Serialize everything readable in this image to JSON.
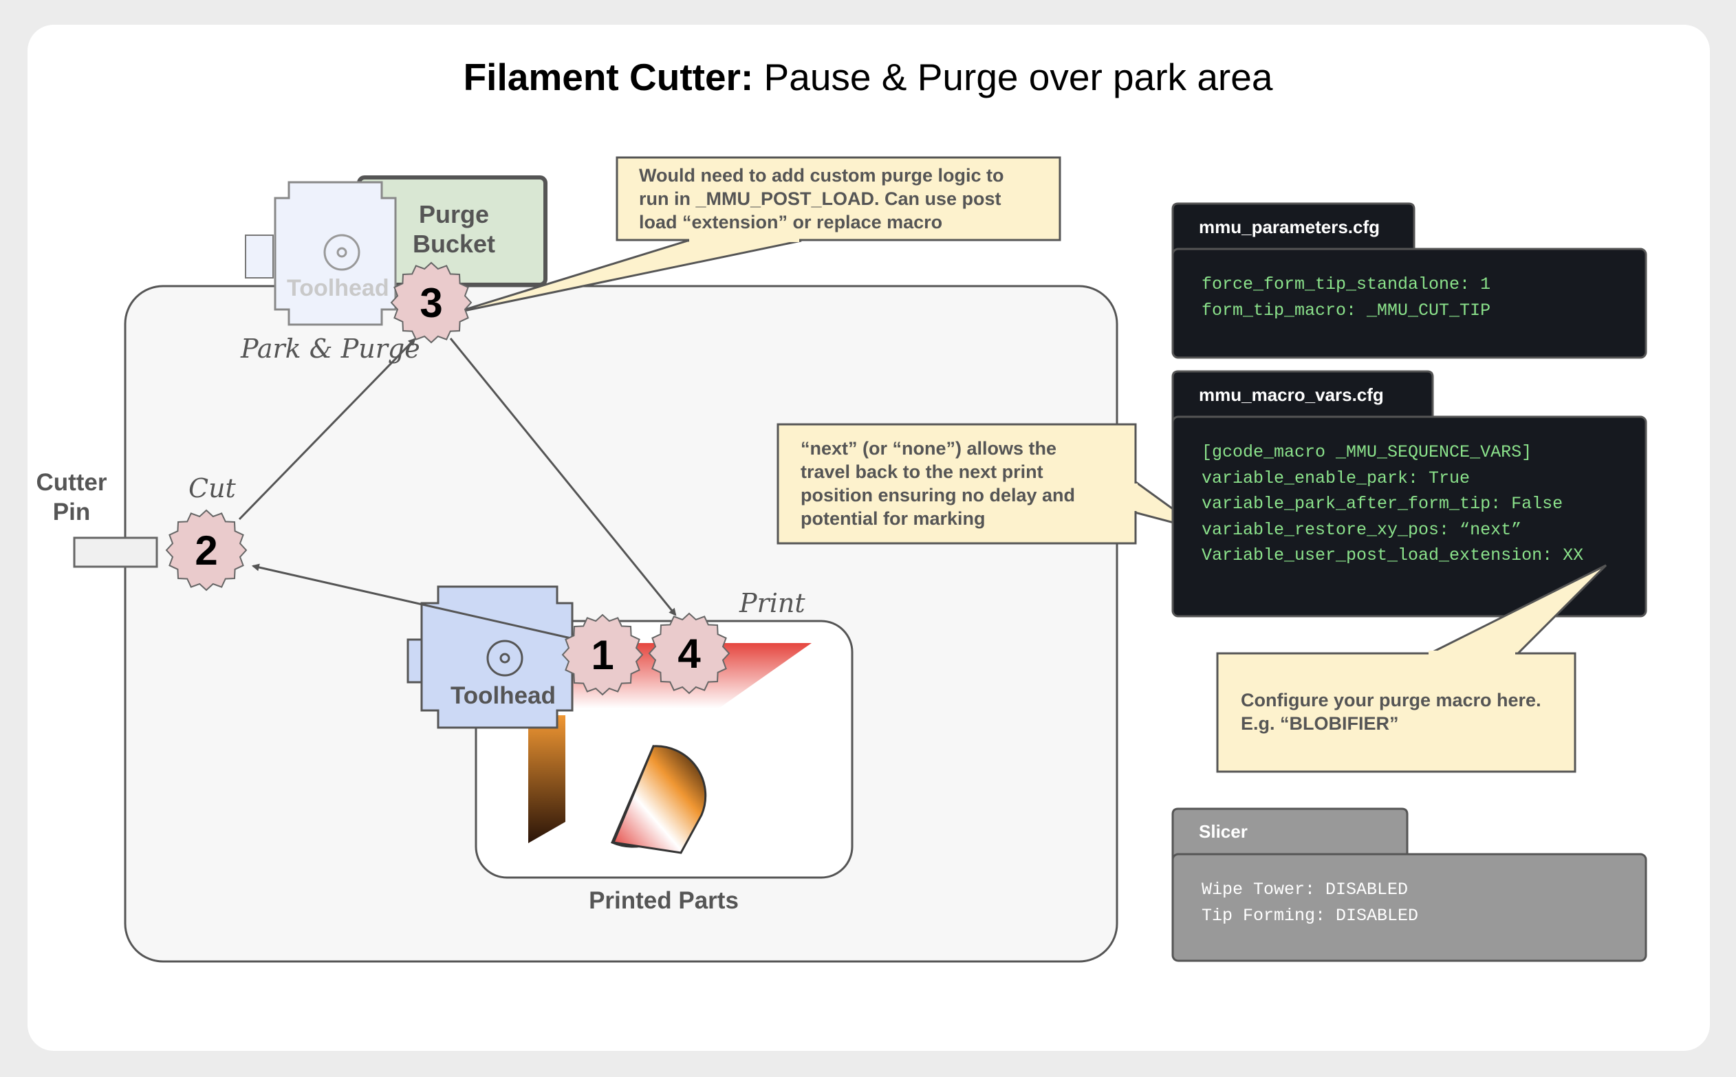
{
  "title": {
    "bold": "Filament Cutter:",
    "rest": " Pause & Purge over park area"
  },
  "labels": {
    "purge_bucket": "Purge Bucket",
    "toolhead_ghost": "Toolhead",
    "toolhead": "Toolhead",
    "park_purge": "Park & Purge",
    "cut": "Cut",
    "print": "Print",
    "cutter_pin": "Cutter Pin",
    "printed_parts": "Printed Parts"
  },
  "steps": [
    "1",
    "2",
    "3",
    "4"
  ],
  "callouts": {
    "purge_logic": "Would need to add custom purge logic to run in _MMU_POST_LOAD. Can use post load “extension” or replace macro",
    "next_none": "“next” (or “none”) allows the travel back to the next print position ensuring no delay and potential for marking",
    "configure": "Configure your purge macro here. E.g. “BLOBIFIER”"
  },
  "config_files": [
    {
      "name": "mmu_parameters.cfg",
      "lines": [
        "force_form_tip_standalone: 1",
        "form_tip_macro: _MMU_CUT_TIP"
      ]
    },
    {
      "name": "mmu_macro_vars.cfg",
      "lines": [
        "[gcode_macro _MMU_SEQUENCE_VARS]",
        "variable_enable_park: True",
        "variable_park_after_form_tip: False",
        "variable_restore_xy_pos: “next”",
        "Variable_user_post_load_extension: XX"
      ]
    },
    {
      "name": "Slicer",
      "lines": [
        "Wipe Tower: DISABLED",
        "Tip Forming: DISABLED"
      ]
    }
  ],
  "colors": {
    "background": "#ececec",
    "card": "#ffffff",
    "bed_fill": "#f7f7f7",
    "bucket_fill": "#d9e7d3",
    "toolhead_fill": "#ccd9f5",
    "toolhead_ghost_fill": "#eef2fc",
    "step_badge": "#eacbcc",
    "callout_fill": "#fdf2cd",
    "code_bg": "#16191f",
    "code_text": "#8be28b",
    "slicer_bg": "#999999",
    "print_red": "#e23b35",
    "print_orange": "#f09733"
  }
}
